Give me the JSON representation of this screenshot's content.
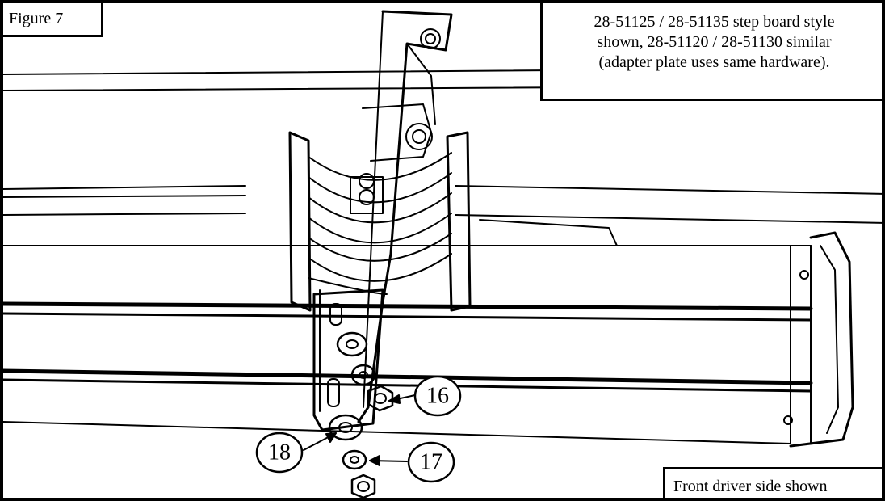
{
  "figure_label": "Figure 7",
  "note": {
    "lines": [
      "28-51125 / 28-51135 step board style",
      "shown, 28-51120 / 28-51130 similar",
      "(adapter plate uses same hardware)."
    ]
  },
  "view_label": "Front driver side shown",
  "callouts": [
    {
      "number": "16"
    },
    {
      "number": "17"
    },
    {
      "number": "18"
    }
  ],
  "colors": {
    "line": "#000000",
    "background": "#ffffff",
    "shade": "#d8d8d8"
  }
}
